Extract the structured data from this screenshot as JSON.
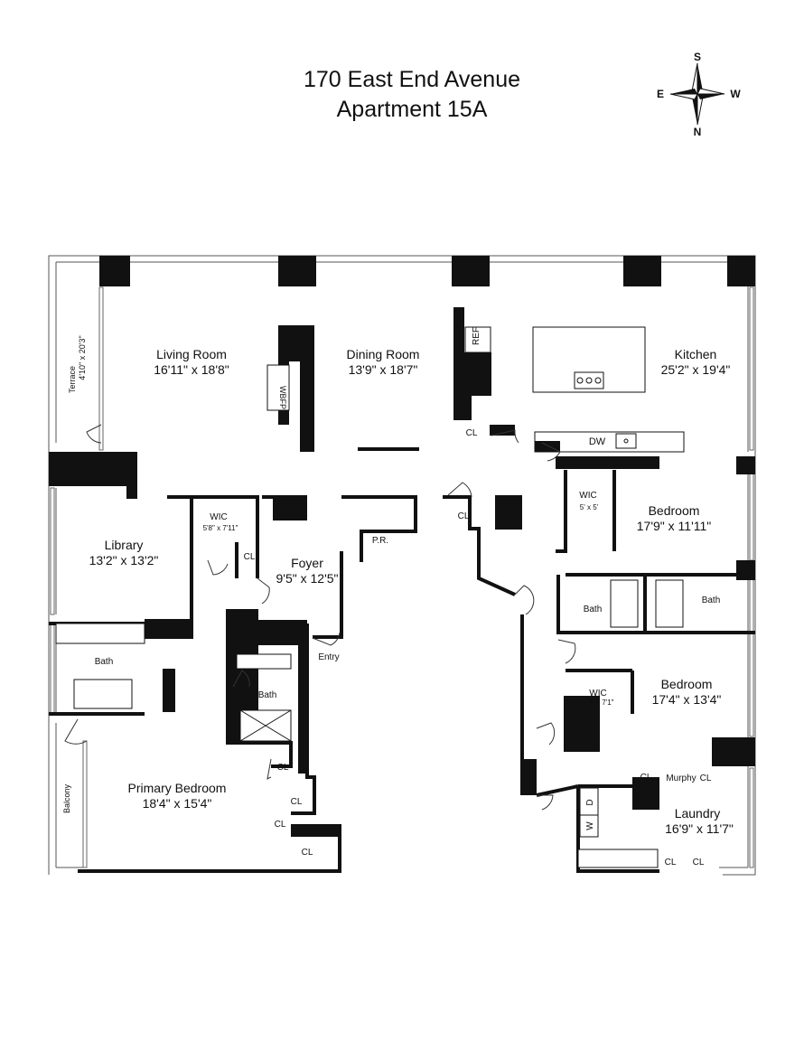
{
  "header": {
    "address": "170 East End Avenue",
    "unit": "Apartment 15A"
  },
  "compass": {
    "n": "N",
    "s": "S",
    "e": "E",
    "w": "W"
  },
  "rooms": {
    "living_name": "Living Room",
    "living_dim": "16'11\" x 18'8\"",
    "dining_name": "Dining Room",
    "dining_dim": "13'9\" x 18'7\"",
    "kitchen_name": "Kitchen",
    "kitchen_dim": "25'2\" x 19'4\"",
    "terrace": "Terrace",
    "terrace_dim": "4'10\" x 20'3\"",
    "library_name": "Library",
    "library_dim": "13'2\" x 13'2\"",
    "wic1_name": "WIC",
    "wic1_dim": "5'8\" x 7'11\"",
    "foyer_name": "Foyer",
    "foyer_dim": "9'5\" x 12'5\"",
    "pr": "P.R.",
    "entry": "Entry",
    "bedroom1_name": "Bedroom",
    "bedroom1_dim": "17'9\" x 11'11\"",
    "wic2_name": "WIC",
    "wic2_dim": "5' x 5'",
    "bedroom2_name": "Bedroom",
    "bedroom2_dim": "17'4\" x 13'4\"",
    "wic3_name": "WIC",
    "wic3_dim": "4'6\" x 7'1\"",
    "primary_name": "Primary Bedroom",
    "primary_dim": "18'4\" x 15'4\"",
    "laundry_name": "Laundry",
    "laundry_dim": "16'9\" x 11'7\"",
    "balcony": "Balcony",
    "bath": "Bath",
    "cl": "CL",
    "ref": "REF",
    "dw": "DW",
    "wbfp": "WBFP",
    "murphy": "Murphy",
    "w": "W",
    "d": "D"
  }
}
